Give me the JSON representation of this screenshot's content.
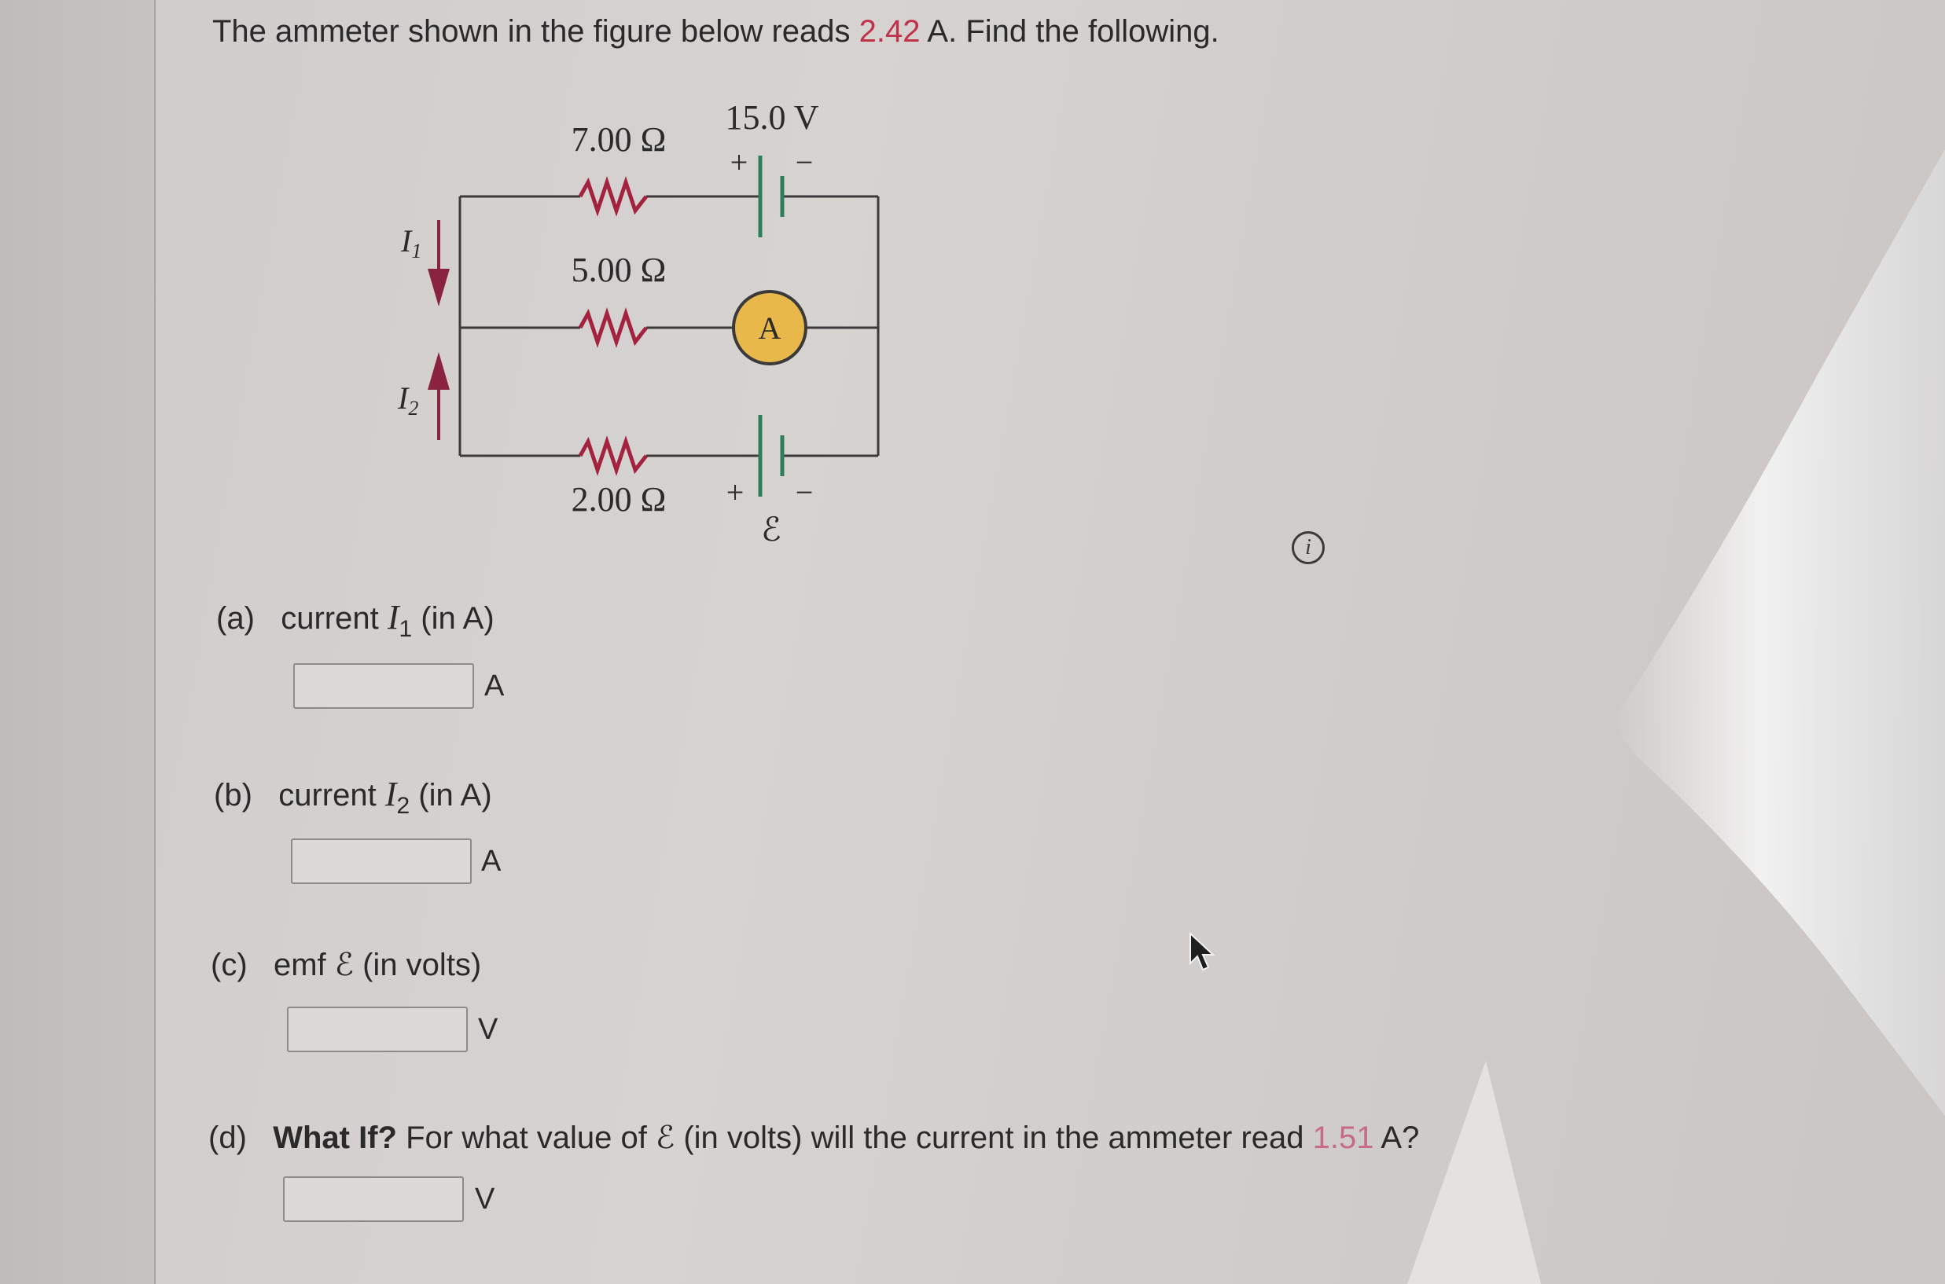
{
  "question": {
    "intro_before": "The ammeter shown in the figure below reads ",
    "ammeter_reading": "2.42",
    "intro_after": " A. Find the following."
  },
  "circuit": {
    "r1_label": "7.00 Ω",
    "r2_label": "5.00 Ω",
    "r3_label": "2.00 Ω",
    "battery_top_label": "15.0 V",
    "plus": "+",
    "minus": "−",
    "ammeter_label": "A",
    "emf_symbol": "ℰ",
    "i1_label": "I",
    "i1_sub": "1",
    "i2_label": "I",
    "i2_sub": "2"
  },
  "parts": {
    "a": {
      "tag": "(a)",
      "text_before": "current ",
      "var": "I",
      "sub": "1",
      "text_after": " (in A)",
      "unit": "A"
    },
    "b": {
      "tag": "(b)",
      "text_before": "current ",
      "var": "I",
      "sub": "2",
      "text_after": " (in A)",
      "unit": "A"
    },
    "c": {
      "tag": "(c)",
      "text_before": "emf ",
      "var": "ℰ",
      "text_after": " (in volts)",
      "unit": "V"
    },
    "d": {
      "tag": "(d)",
      "bold": "What If?",
      "text_before": " For what value of ",
      "var": "ℰ",
      "text_mid": " (in volts) will the current in the ammeter read ",
      "value": "1.51",
      "text_after": " A?",
      "unit": "V"
    }
  },
  "info_icon": "i",
  "colors": {
    "highlight": "#c0314a",
    "resistor": "#a3233f",
    "battery": "#2e7d5b",
    "ammeter_fill": "#e8b94a",
    "arrow": "#8a2340"
  }
}
